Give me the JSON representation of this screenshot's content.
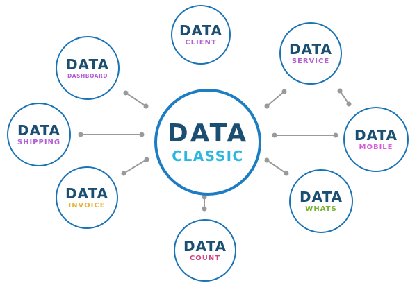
{
  "center": {
    "brand": "DATA",
    "label": "CLASSIC",
    "label_color": "#2bb7e0"
  },
  "nodes": [
    {
      "id": "client",
      "brand": "DATA",
      "label": "CLIENT",
      "label_color": "#b15fd3"
    },
    {
      "id": "service",
      "brand": "DATA",
      "label": "SERVICE",
      "label_color": "#b15fd3"
    },
    {
      "id": "mobile",
      "brand": "DATA",
      "label": "MOBILE",
      "label_color": "#d65bd9"
    },
    {
      "id": "whats",
      "brand": "DATA",
      "label": "WHATS",
      "label_color": "#7ab232"
    },
    {
      "id": "count",
      "brand": "DATA",
      "label": "COUNT",
      "label_color": "#d2437f"
    },
    {
      "id": "invoice",
      "brand": "DATA",
      "label": "INVOICE",
      "label_color": "#e6b43d"
    },
    {
      "id": "shipping",
      "brand": "DATA",
      "label": "SHIPPING",
      "label_color": "#b15fd3"
    },
    {
      "id": "dashboard",
      "brand": "DATA",
      "label": "DASHBOARD",
      "label_color": "#b15fd3"
    }
  ],
  "colors": {
    "ring": "#1d7dc2",
    "brand_text": "#1b4f72",
    "connector": "#9a9a9a"
  }
}
